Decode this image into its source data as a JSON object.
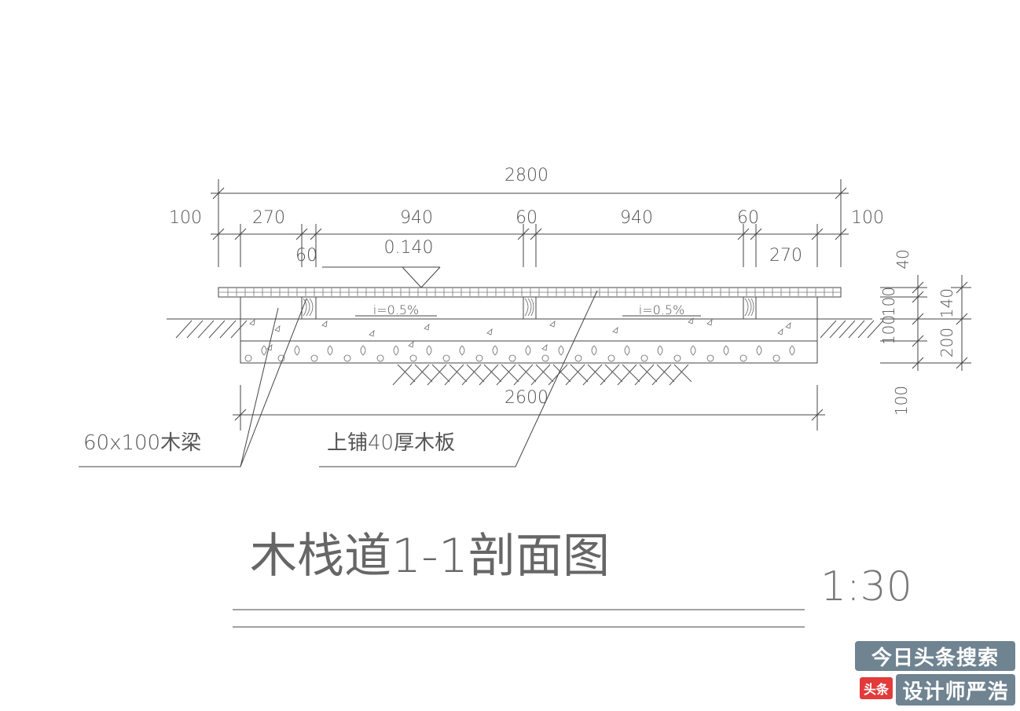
{
  "dimensions": {
    "total_top": "2800",
    "left_edge": "100",
    "right_edge": "100",
    "seg_270_left": "270",
    "seg_940_a": "940",
    "seg_60_a": "60",
    "seg_940_b": "940",
    "seg_60_b": "60",
    "seg_60_left": "60",
    "seg_270_right": "270",
    "elevation": "0.140",
    "bottom_total": "2600",
    "v_40": "40",
    "v_100_a": "100",
    "v_100_b": "100",
    "v_100_c": "100",
    "v_140": "140",
    "v_200": "200"
  },
  "slopes": {
    "left": "i=0.5%",
    "right": "i=0.5%"
  },
  "labels": {
    "beam": "60x100木梁",
    "deck": "上铺40厚木板"
  },
  "title": {
    "main": "木栈道1-1剖面图",
    "scale": "1:30"
  },
  "watermark": {
    "line1": "今日头条搜索",
    "tag": "头条",
    "line2": "设计师严浩"
  },
  "colors": {
    "line": "#333333",
    "text": "#555555",
    "watermark_bg": "#6f8391",
    "watermark_tag": "#e23b3b"
  }
}
